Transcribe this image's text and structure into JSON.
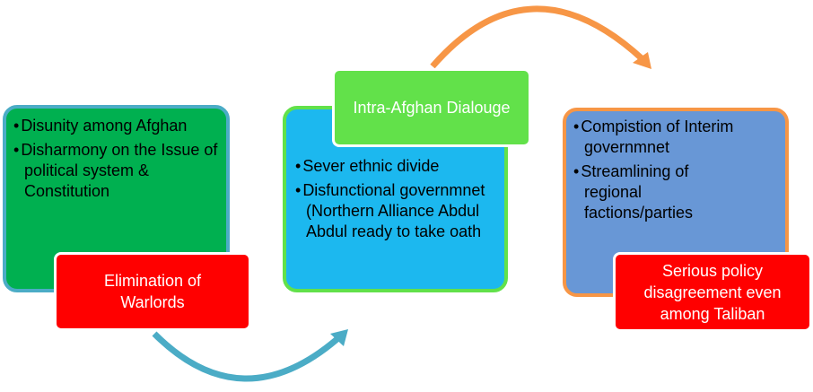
{
  "stages": [
    {
      "bullets": [
        "Disunity among Afghan",
        "Disharmony on the Issue of political system & Constitution"
      ],
      "label": "Elimination of Warlords"
    },
    {
      "bullets": [
        "Sever ethnic divide",
        "Disfunctional governmnet (Northern Alliance Abdul Abdul ready to take oath"
      ],
      "label": "Intra-Afghan Dialouge"
    },
    {
      "bullets": [
        "Compistion of Interim governmnet",
        "Streamlining of regional factions/parties"
      ],
      "label": "Serious policy disagreement even among Taliban"
    }
  ],
  "colors": {
    "box1": "#00b050",
    "box2": "#1cb8ef",
    "box3": "#6897d6",
    "red": "#ff0000",
    "green_label": "#62e14a",
    "arrow_blue": "#4bacc6",
    "arrow_orange": "#f79646"
  }
}
